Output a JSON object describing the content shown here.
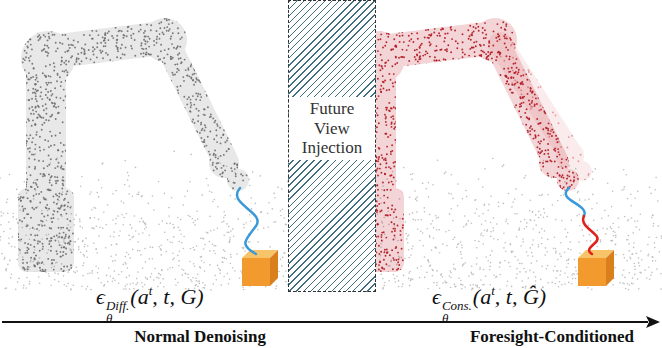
{
  "diagram": {
    "nodes": [
      {
        "text": [
          "Future View Injection"
        ]
      }
    ],
    "labels": [
      "ϵ",
      "θ",
      "Diff.",
      "(a",
      "t",
      ", t, G)",
      "ϵ",
      "θ",
      "Cons.",
      "(a",
      "t",
      ", t, Ĝ)",
      "Normal Denoising",
      "Foresight-Conditioned"
    ]
  }
}
